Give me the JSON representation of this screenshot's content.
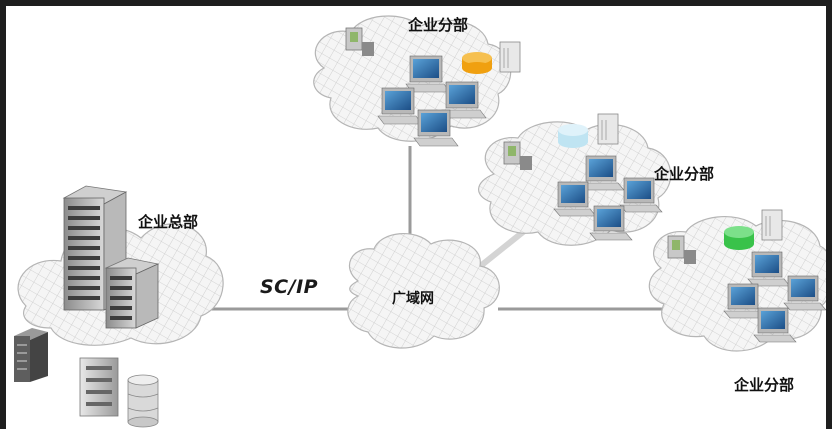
{
  "labels": {
    "hq": "企业总部",
    "branch_top": "企业分部",
    "branch_middle": "企业分部",
    "branch_right": "企业分部",
    "wan": "广域网",
    "protocol": "SC/IP"
  },
  "colors": {
    "frame": "#1e1e1e",
    "background": "#ffffff",
    "cloud_fill": "#f4f4f4",
    "cloud_stroke": "#b8b8b8",
    "link": "#9a9a9a",
    "branch_top_db": "#f0a010",
    "branch_middle_db": "#bfe4f2",
    "branch_right_db": "#39c24a",
    "monitor": "#2a6aa8"
  },
  "icons": [
    "building-icon",
    "server-icon",
    "database-icon",
    "computer-icon",
    "printer-icon",
    "file-server-icon",
    "user-workstation-icon"
  ]
}
